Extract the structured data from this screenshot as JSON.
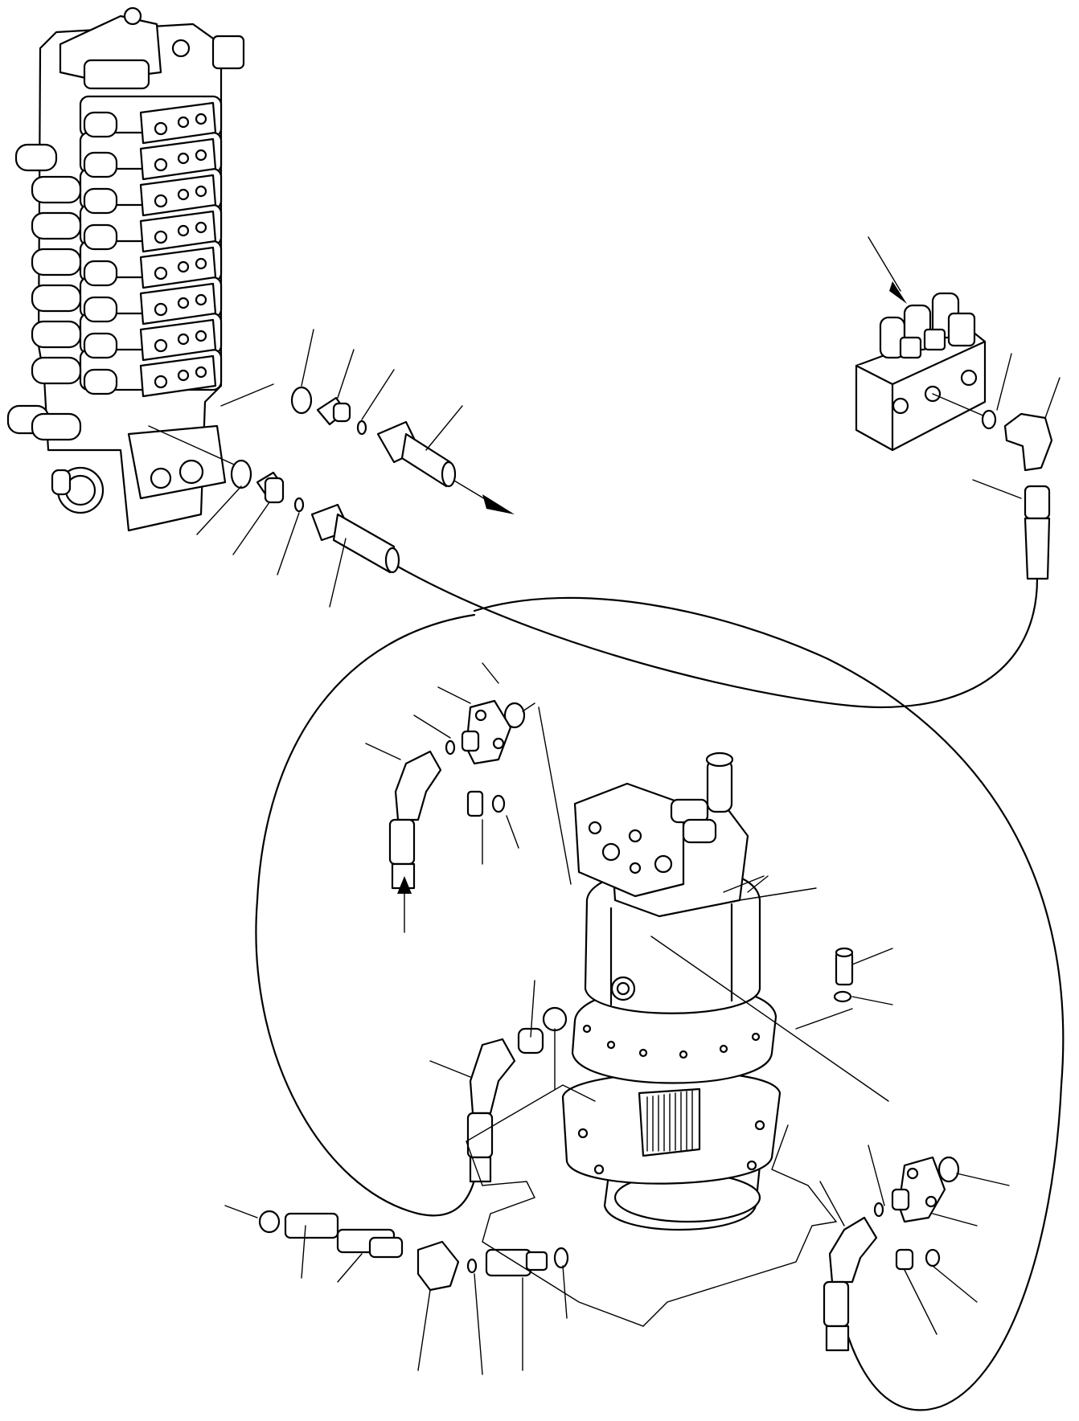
{
  "figure": {
    "labels": []
  },
  "colors": {
    "line": "#000000",
    "background": "#ffffff"
  },
  "icons": {
    "direction_arrows": [
      "arrow-right-down",
      "arrow-down-right",
      "arrow-up"
    ]
  }
}
